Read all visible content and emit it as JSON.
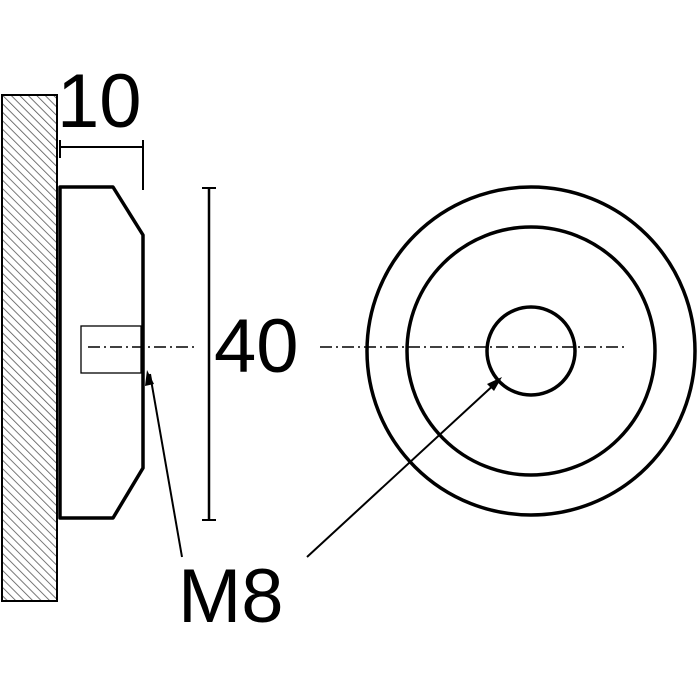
{
  "labels": {
    "thickness": "10",
    "diameter": "40",
    "thread": "M8"
  },
  "colors": {
    "line": "#000000",
    "background": "#ffffff",
    "hatch": "#555555"
  }
}
